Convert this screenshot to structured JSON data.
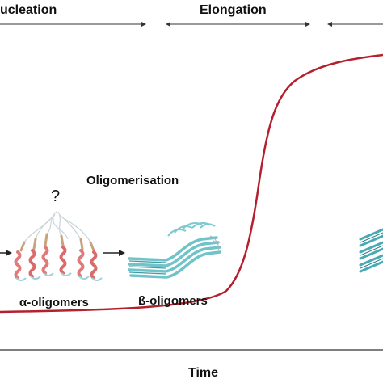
{
  "phases": {
    "nucleation": "ucleation",
    "elongation": "Elongation"
  },
  "labels": {
    "oligomerisation": "Oligomerisation",
    "question": "?",
    "alpha_oligomers": "α-oligomers",
    "beta_oligomers": "ß-oligomers",
    "time_axis": "Time"
  },
  "colors": {
    "curve": "#b5202e",
    "helix": "#e07a7a",
    "strand": "#6fc3c9",
    "coil": "#c8a27a",
    "text": "#111111"
  }
}
